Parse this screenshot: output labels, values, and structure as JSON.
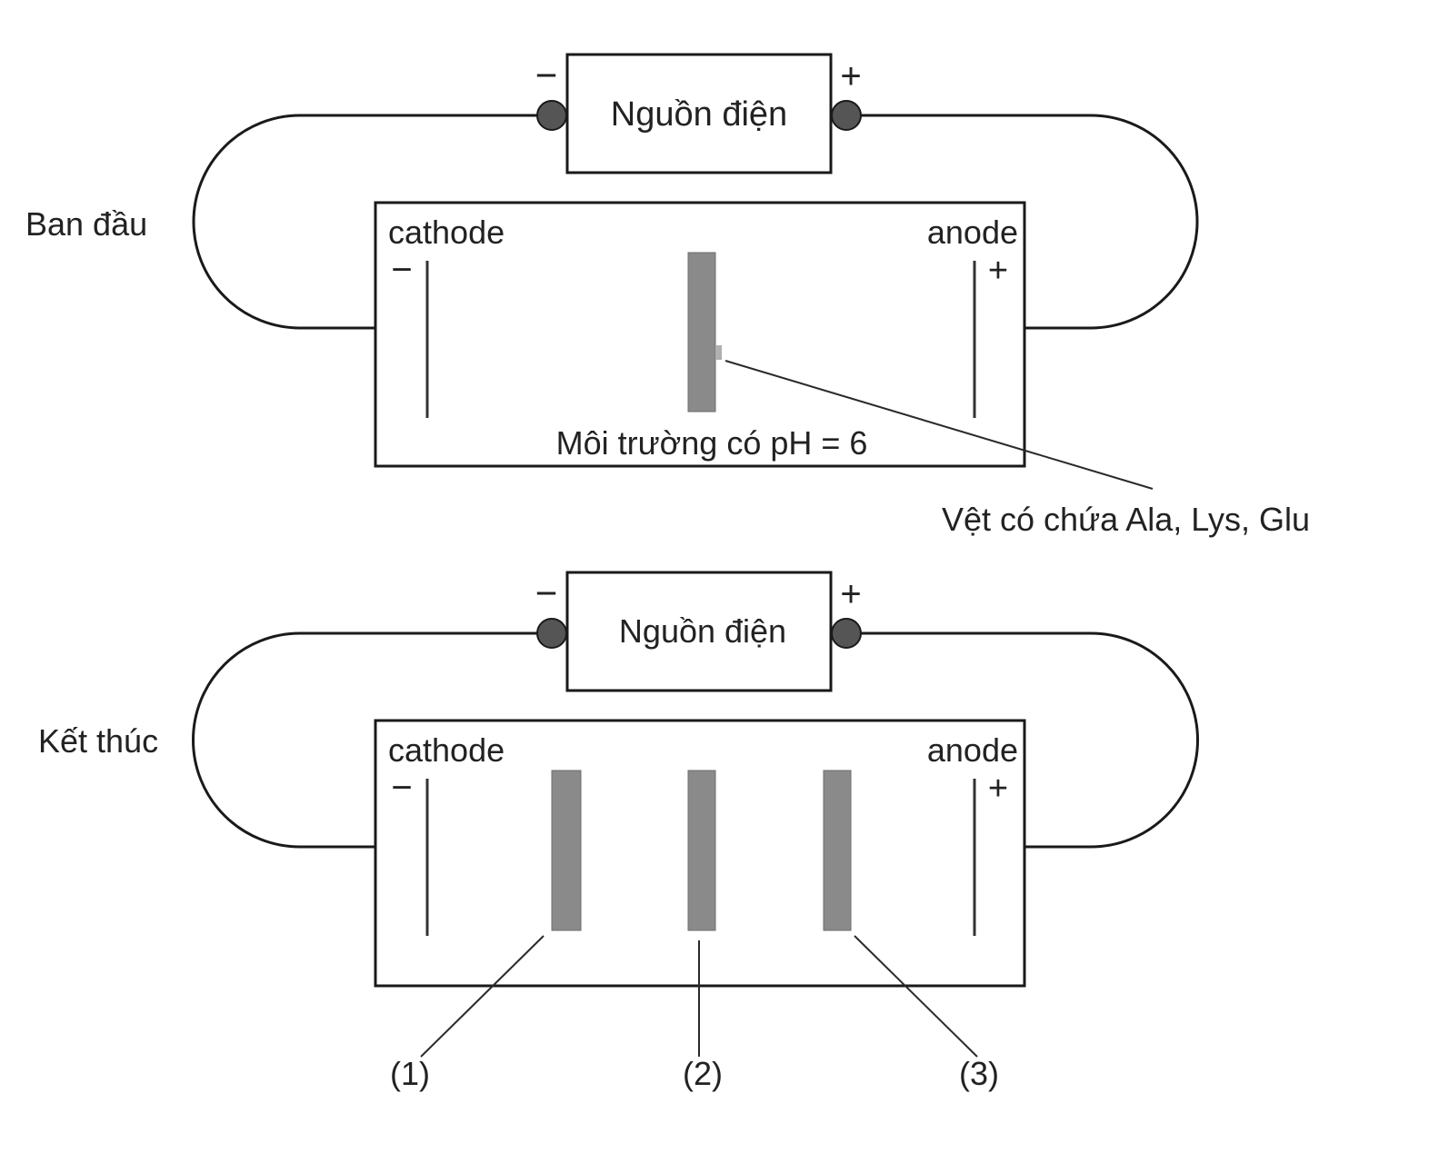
{
  "colors": {
    "line": "#1a1a1a",
    "terminal": "#555555",
    "band": "#8a8a8a",
    "background": "#ffffff"
  },
  "initial": {
    "state_label": "Ban đầu",
    "source_label": "Nguồn điện",
    "neg_terminal_sign": "−",
    "pos_terminal_sign": "+",
    "cathode_label": "cathode",
    "anode_label": "anode",
    "cathode_sign": "−",
    "anode_sign": "+",
    "medium_label": "Môi trường có pH = 6",
    "spot_label": "Vệt có chứa Ala, Lys, Glu"
  },
  "final": {
    "state_label": "Kết thúc",
    "source_label": "Nguồn điện",
    "neg_terminal_sign": "−",
    "pos_terminal_sign": "+",
    "cathode_label": "cathode",
    "anode_label": "anode",
    "cathode_sign": "−",
    "anode_sign": "+",
    "band_labels": [
      "(1)",
      "(2)",
      "(3)"
    ]
  }
}
